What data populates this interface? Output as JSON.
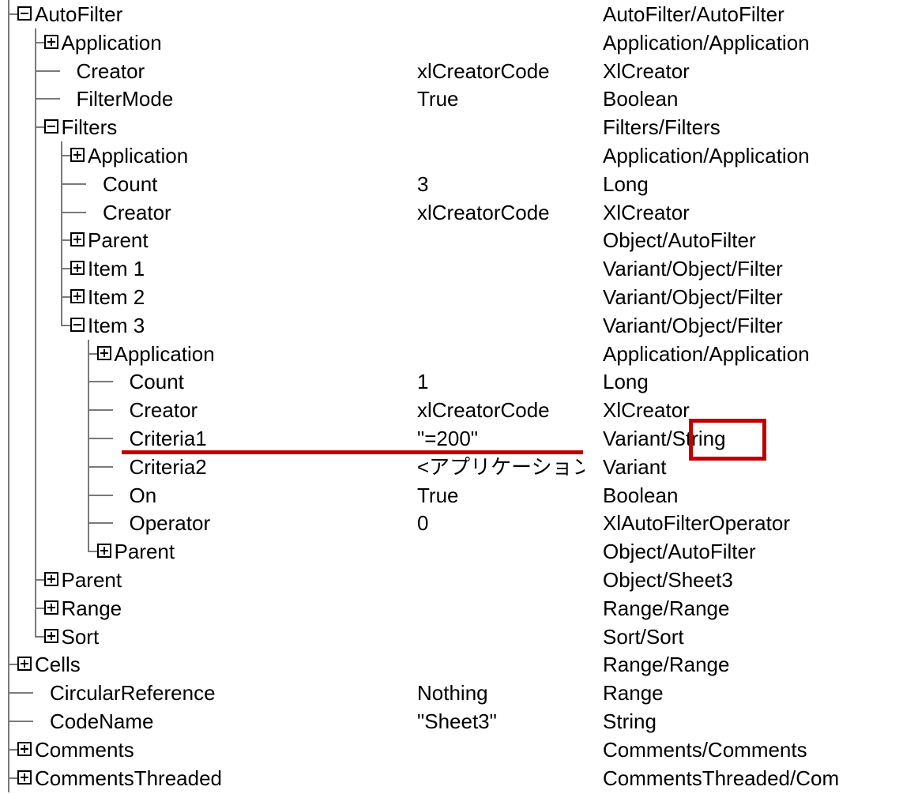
{
  "rows": [
    {
      "name": "AutoFilter",
      "value": "",
      "type": "AutoFilter/AutoFilter"
    },
    {
      "name": "Application",
      "value": "",
      "type": "Application/Application"
    },
    {
      "name": "Creator",
      "value": "xlCreatorCode",
      "type": "XlCreator"
    },
    {
      "name": "FilterMode",
      "value": "True",
      "type": "Boolean"
    },
    {
      "name": "Filters",
      "value": "",
      "type": "Filters/Filters"
    },
    {
      "name": "Application",
      "value": "",
      "type": "Application/Application"
    },
    {
      "name": "Count",
      "value": "3",
      "type": "Long"
    },
    {
      "name": "Creator",
      "value": "xlCreatorCode",
      "type": "XlCreator"
    },
    {
      "name": "Parent",
      "value": "",
      "type": "Object/AutoFilter"
    },
    {
      "name": "Item 1",
      "value": "",
      "type": "Variant/Object/Filter"
    },
    {
      "name": "Item 2",
      "value": "",
      "type": "Variant/Object/Filter"
    },
    {
      "name": "Item 3",
      "value": "",
      "type": "Variant/Object/Filter"
    },
    {
      "name": "Application",
      "value": "",
      "type": "Application/Application"
    },
    {
      "name": "Count",
      "value": "1",
      "type": "Long"
    },
    {
      "name": "Creator",
      "value": "xlCreatorCode",
      "type": "XlCreator"
    },
    {
      "name": "Criteria1",
      "value": "\"=200\"",
      "type": "Variant/String"
    },
    {
      "name": "Criteria2",
      "value": "<アプリケーション",
      "type": "Variant"
    },
    {
      "name": "On",
      "value": "True",
      "type": "Boolean"
    },
    {
      "name": "Operator",
      "value": "0",
      "type": "XlAutoFilterOperator"
    },
    {
      "name": "Parent",
      "value": "",
      "type": "Object/AutoFilter"
    },
    {
      "name": "Parent",
      "value": "",
      "type": "Object/Sheet3"
    },
    {
      "name": "Range",
      "value": "",
      "type": "Range/Range"
    },
    {
      "name": "Sort",
      "value": "",
      "type": "Sort/Sort"
    },
    {
      "name": "Cells",
      "value": "",
      "type": "Range/Range"
    },
    {
      "name": "CircularReference",
      "value": "Nothing",
      "type": "Range"
    },
    {
      "name": "CodeName",
      "value": "\"Sheet3\"",
      "type": "String"
    },
    {
      "name": "Comments",
      "value": "",
      "type": "Comments/Comments"
    },
    {
      "name": "CommentsThreaded",
      "value": "",
      "type": "CommentsThreaded/Com"
    }
  ],
  "annotation_color": "#c00000",
  "icons": {
    "expand": "plus-box-icon",
    "collapse": "minus-box-icon"
  }
}
